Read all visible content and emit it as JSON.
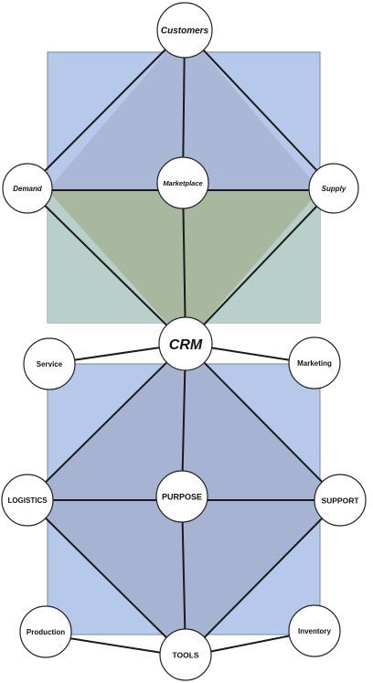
{
  "colors": {
    "panel_blue": "#b6c9ea",
    "panel_border": "#6f86b6",
    "top_upper_triangle": "#aab7d6",
    "top_lower_triangle": "#a8b89e",
    "top_lower_side": "#b9cfc9",
    "bottom_inner": "#a7b3d3",
    "edge": "#1a1a1a"
  },
  "top_diagram": {
    "nodes": [
      {
        "id": "customers",
        "label": "Customers",
        "style": "italic-bold"
      },
      {
        "id": "demand",
        "label": "Demand",
        "style": "italic-bold"
      },
      {
        "id": "marketplace",
        "label": "Marketplace",
        "style": "italic-bold"
      },
      {
        "id": "supply",
        "label": "Supply",
        "style": "italic-bold"
      }
    ]
  },
  "center_node": {
    "id": "crm",
    "label": "CRM",
    "style": "italic-bold"
  },
  "bottom_diagram": {
    "nodes": [
      {
        "id": "service",
        "label": "Service",
        "style": "bold"
      },
      {
        "id": "marketing",
        "label": "Marketing",
        "style": "bold"
      },
      {
        "id": "logistics",
        "label": "LOGISTICS",
        "style": "bold"
      },
      {
        "id": "purpose",
        "label": "PURPOSE",
        "style": "bold"
      },
      {
        "id": "support",
        "label": "SUPPORT",
        "style": "bold"
      },
      {
        "id": "production",
        "label": "Production",
        "style": "bold"
      },
      {
        "id": "inventory",
        "label": "Inventory",
        "style": "bold"
      },
      {
        "id": "tools",
        "label": "TOOLS",
        "style": "bold"
      }
    ]
  }
}
